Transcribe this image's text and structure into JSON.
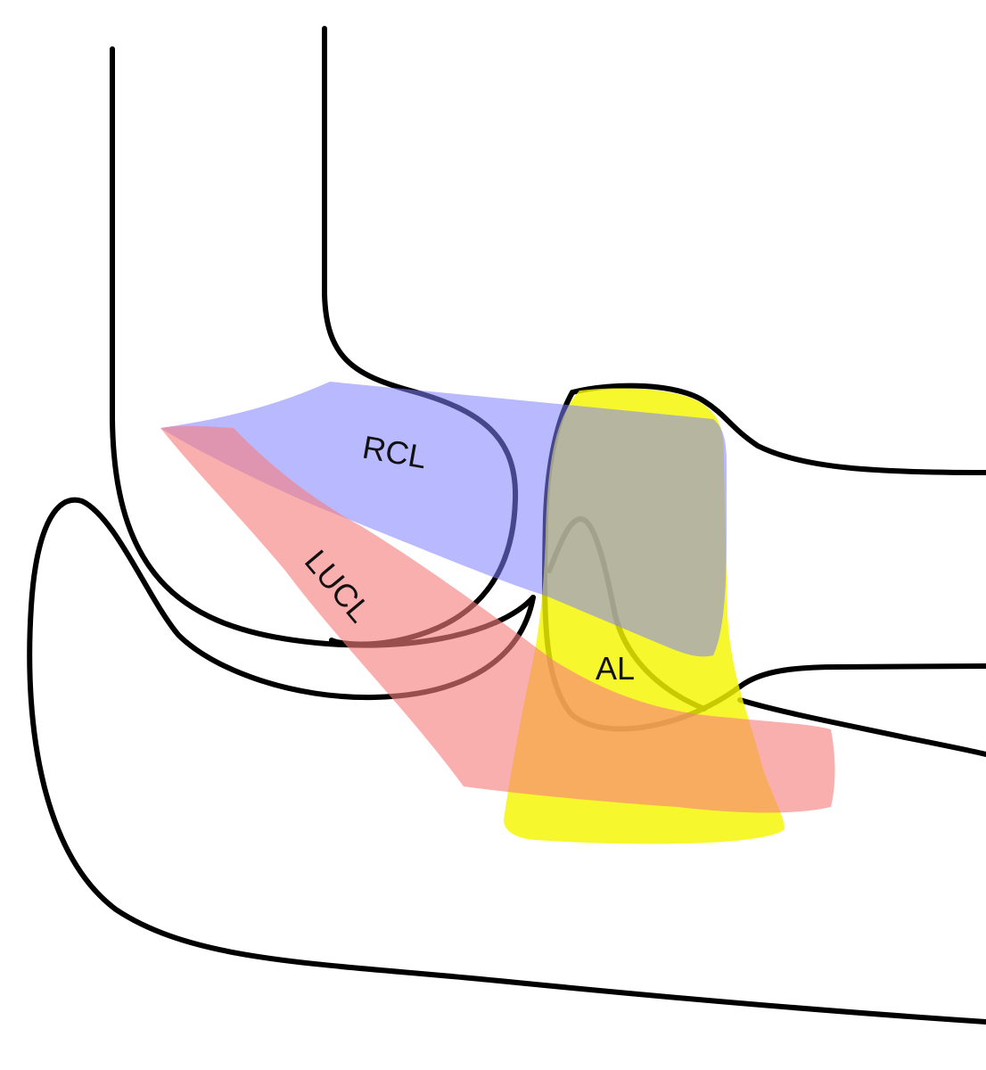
{
  "diagram": {
    "labels": {
      "rcl": "RCL",
      "lucl": "LUCL",
      "al": "AL"
    },
    "colors": {
      "rcl_fill": "#7f7fff",
      "lucl_fill": "#f77e7e",
      "al_fill": "#f5f500",
      "outline": "#000000",
      "background": "#ffffff"
    }
  }
}
